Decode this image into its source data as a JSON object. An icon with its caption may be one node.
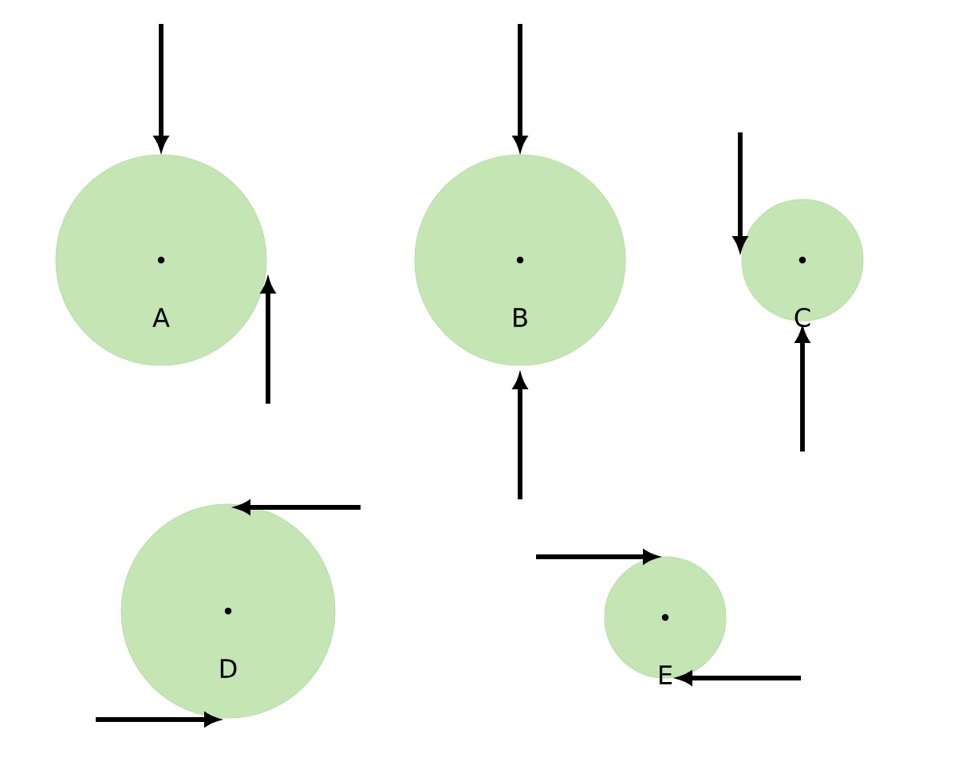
{
  "diagram": {
    "nodes": [
      {
        "text": [
          "A"
        ]
      },
      {
        "text": [
          "B"
        ]
      },
      {
        "text": [
          "C"
        ]
      },
      {
        "text": [
          "D"
        ]
      },
      {
        "text": [
          "E"
        ]
      }
    ]
  }
}
